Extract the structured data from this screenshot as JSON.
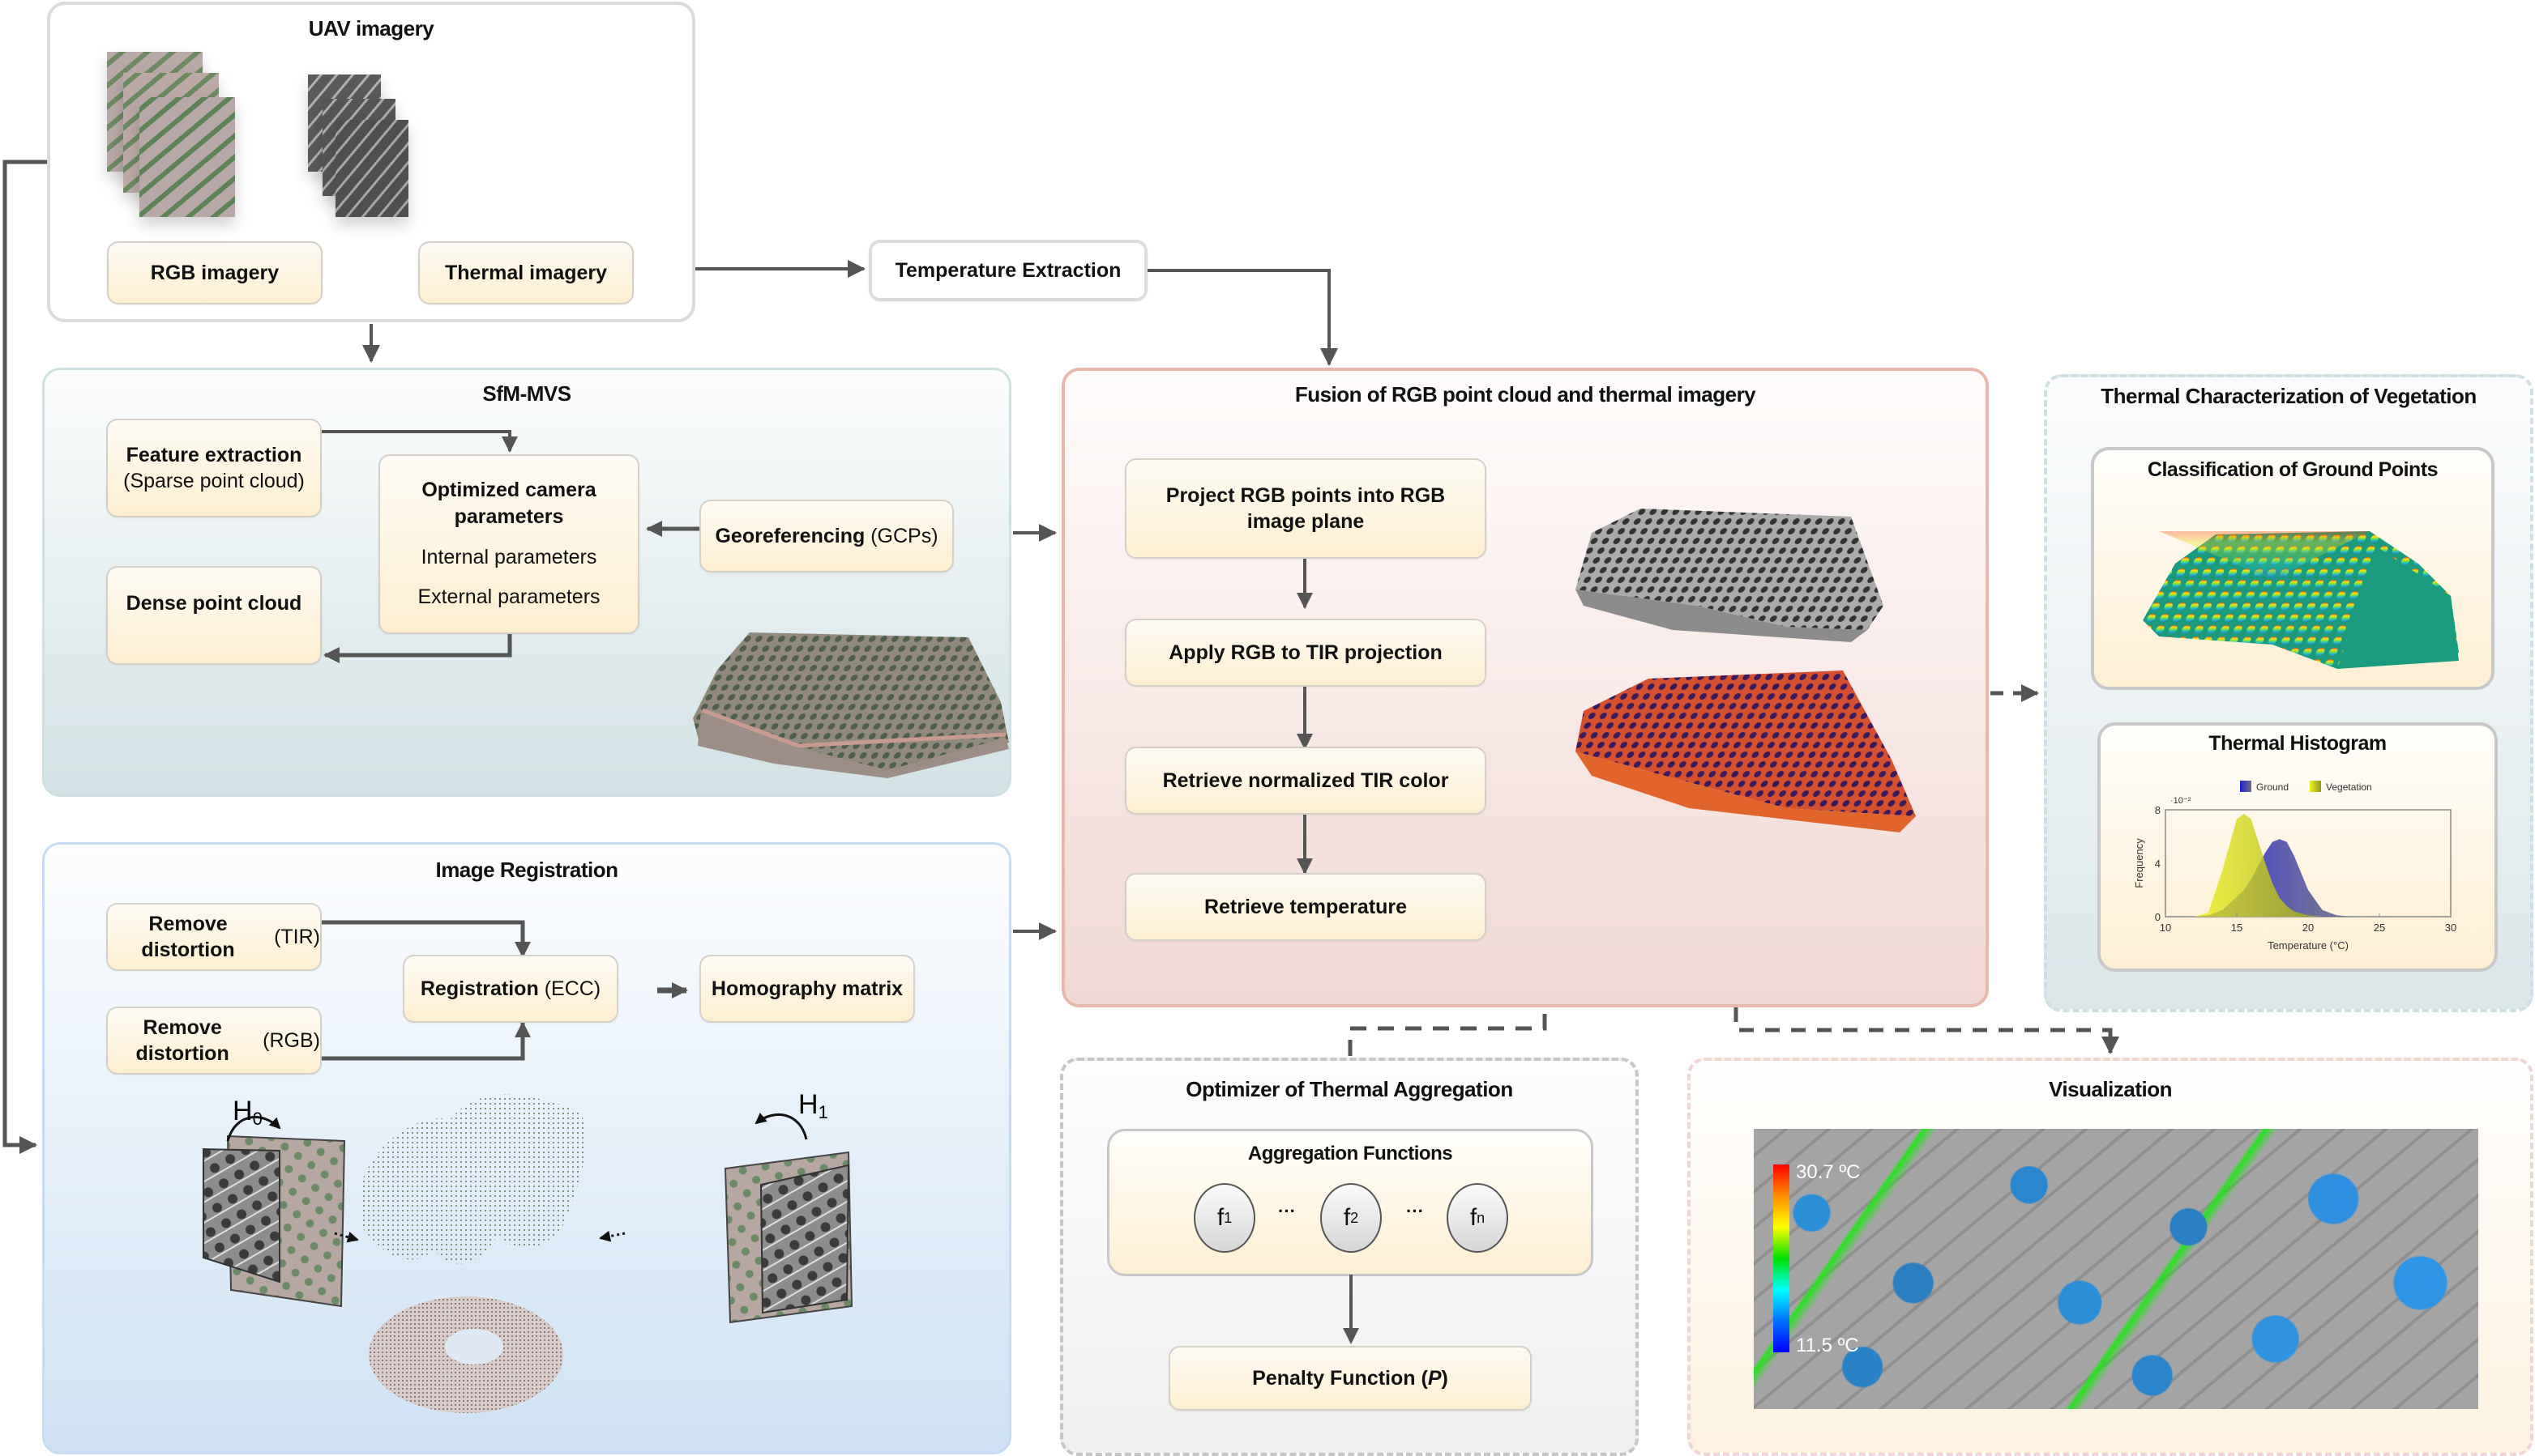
{
  "uav": {
    "title": "UAV imagery",
    "rgb_label": "RGB imagery",
    "thermal_label": "Thermal imagery"
  },
  "temperature_extraction": {
    "label": "Temperature Extraction"
  },
  "sfm": {
    "title": "SfM-MVS",
    "feature_extraction": {
      "title": "Feature extraction",
      "subtitle": "(Sparse point cloud)"
    },
    "camera_params": {
      "title": "Optimized camera parameters",
      "internal": "Internal parameters",
      "external": "External parameters"
    },
    "georeferencing": {
      "title": "Georeferencing",
      "suffix": "(GCPs)"
    },
    "dense_cloud": {
      "title": "Dense point cloud"
    }
  },
  "registration": {
    "title": "Image Registration",
    "remove_tir": {
      "title": "Remove distortion",
      "suffix": "(TIR)"
    },
    "remove_rgb": {
      "title": "Remove distortion",
      "suffix": "(RGB)"
    },
    "ecc": {
      "title": "Registration",
      "suffix": "(ECC)"
    },
    "homography": {
      "title": "Homography matrix"
    },
    "h0_label": "H",
    "h0_sub": "0",
    "h1_label": "H",
    "h1_sub": "1"
  },
  "fusion": {
    "title": "Fusion of RGB point cloud and thermal imagery",
    "steps": [
      "Project RGB points into RGB image plane",
      "Apply RGB to TIR projection",
      "Retrieve normalized TIR color",
      "Retrieve temperature"
    ]
  },
  "tcv": {
    "title": "Thermal Characterization of Vegetation",
    "classification_title": "Classification of Ground Points",
    "histogram_title": "Thermal Histogram"
  },
  "optimizer": {
    "title": "Optimizer of Thermal Aggregation",
    "aggregation_title": "Aggregation Functions",
    "functions": [
      {
        "base": "f",
        "sub": "1"
      },
      {
        "base": "f",
        "sub": "2"
      },
      {
        "base": "f",
        "sub": "n"
      }
    ],
    "ellipsis": "···",
    "penalty_title": "Penalty Function (",
    "penalty_symbol": "P",
    "penalty_close": ")"
  },
  "visualization": {
    "title": "Visualization",
    "colorbar_max": "30.7 ºC",
    "colorbar_min": "11.5 ºC"
  },
  "chart_data": {
    "type": "area",
    "title": "Thermal Histogram",
    "xlabel": "Temperature (°C)",
    "ylabel": "Frequency",
    "y_multiplier": "·10⁻²",
    "xlim": [
      10,
      30
    ],
    "ylim": [
      0,
      8
    ],
    "x_ticks": [
      "10",
      "15",
      "20",
      "25",
      "30"
    ],
    "y_ticks": [
      "0",
      "4",
      "8"
    ],
    "legend": [
      "Ground",
      "Vegetation"
    ],
    "legend_position": "top-center",
    "x": [
      12,
      13,
      14,
      15,
      15.5,
      16,
      17,
      17.5,
      18,
      18.5,
      19,
      20,
      21,
      22,
      23
    ],
    "series": [
      {
        "name": "Ground",
        "values": [
          0,
          0.1,
          0.5,
          1.5,
          2.0,
          2.8,
          4.8,
          5.6,
          5.8,
          5.6,
          4.6,
          2.0,
          0.5,
          0.1,
          0
        ]
      },
      {
        "name": "Vegetation",
        "values": [
          0,
          0.3,
          3.5,
          7.3,
          7.7,
          7.3,
          4.0,
          2.5,
          1.4,
          0.8,
          0.4,
          0.1,
          0,
          0,
          0
        ]
      }
    ]
  }
}
